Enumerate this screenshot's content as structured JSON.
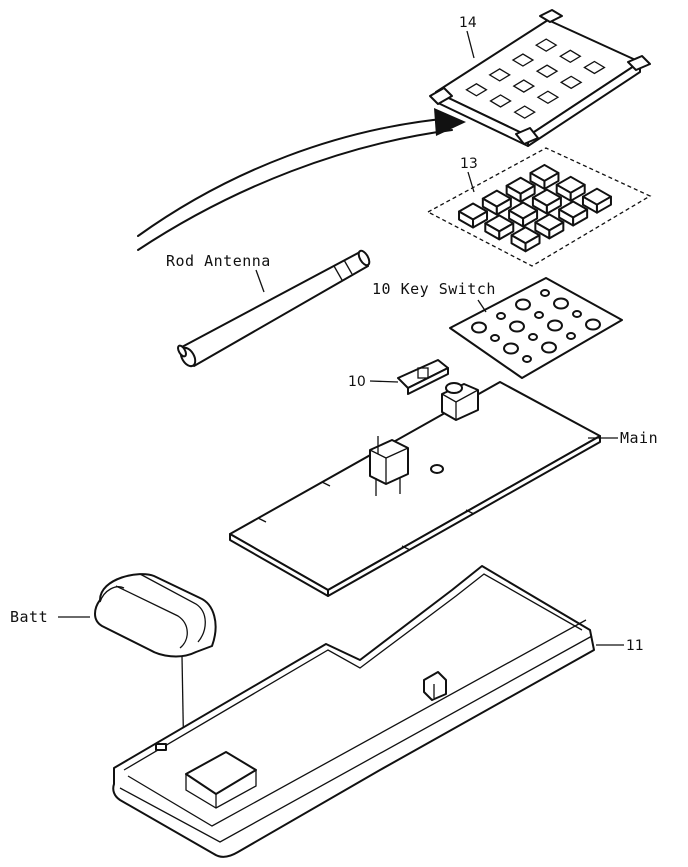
{
  "labels": {
    "part_14": "14",
    "part_13": "13",
    "rod_antenna": "Rod Antenna",
    "key_switch": "10 Key Switch",
    "part_10": "10",
    "main": "Main",
    "batt": "Batt",
    "part_11": "11"
  }
}
